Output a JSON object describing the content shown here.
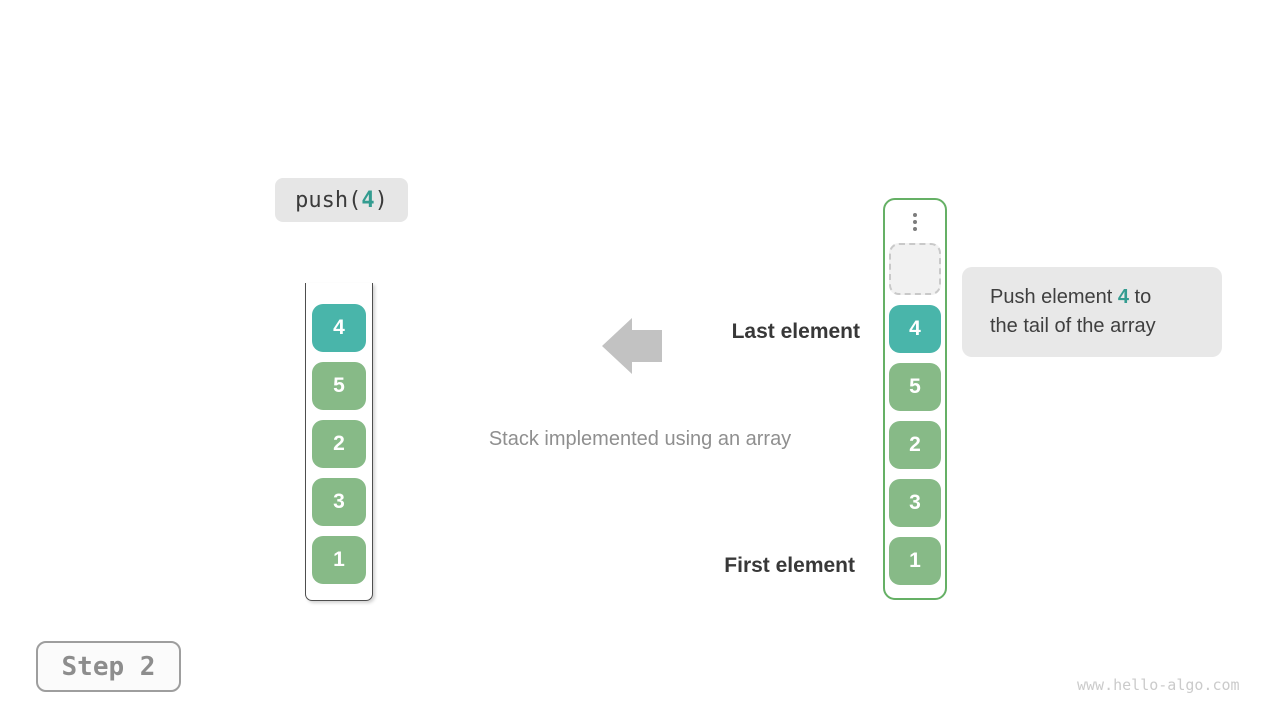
{
  "colors": {
    "teal": "#49b5aa",
    "green": "#87ba87",
    "stack-border-green": "#65b065",
    "highlight-teal": "#339c90",
    "dark-text": "#3b3b3b",
    "caption-gray": "#8f8f8f",
    "arrow-gray": "#c2c2c2",
    "label-bg": "#e6e6e6",
    "callout-bg": "#e8e8e8"
  },
  "push_operation": {
    "function_name": "push(",
    "argument": "4",
    "close_paren": ")"
  },
  "left_stack": {
    "cells": [
      {
        "value": "4",
        "variant": "teal"
      },
      {
        "value": "5",
        "variant": "green"
      },
      {
        "value": "2",
        "variant": "green"
      },
      {
        "value": "3",
        "variant": "green"
      },
      {
        "value": "1",
        "variant": "green"
      }
    ]
  },
  "right_stack": {
    "ellipsis_icon": "vertical-ellipsis",
    "empty_slot": "dashed-placeholder",
    "cells": [
      {
        "value": "4",
        "variant": "teal"
      },
      {
        "value": "5",
        "variant": "green"
      },
      {
        "value": "2",
        "variant": "green"
      },
      {
        "value": "3",
        "variant": "green"
      },
      {
        "value": "1",
        "variant": "green"
      }
    ]
  },
  "annotations": {
    "last_element": "Last element",
    "first_element": "First element",
    "caption": "Stack implemented using an array"
  },
  "callout": {
    "line1_before": "Push element ",
    "highlight": "4",
    "line1_after": " to",
    "line2": "the tail of the array"
  },
  "step_badge": {
    "label": "Step 2"
  },
  "watermark": "www.hello-algo.com"
}
